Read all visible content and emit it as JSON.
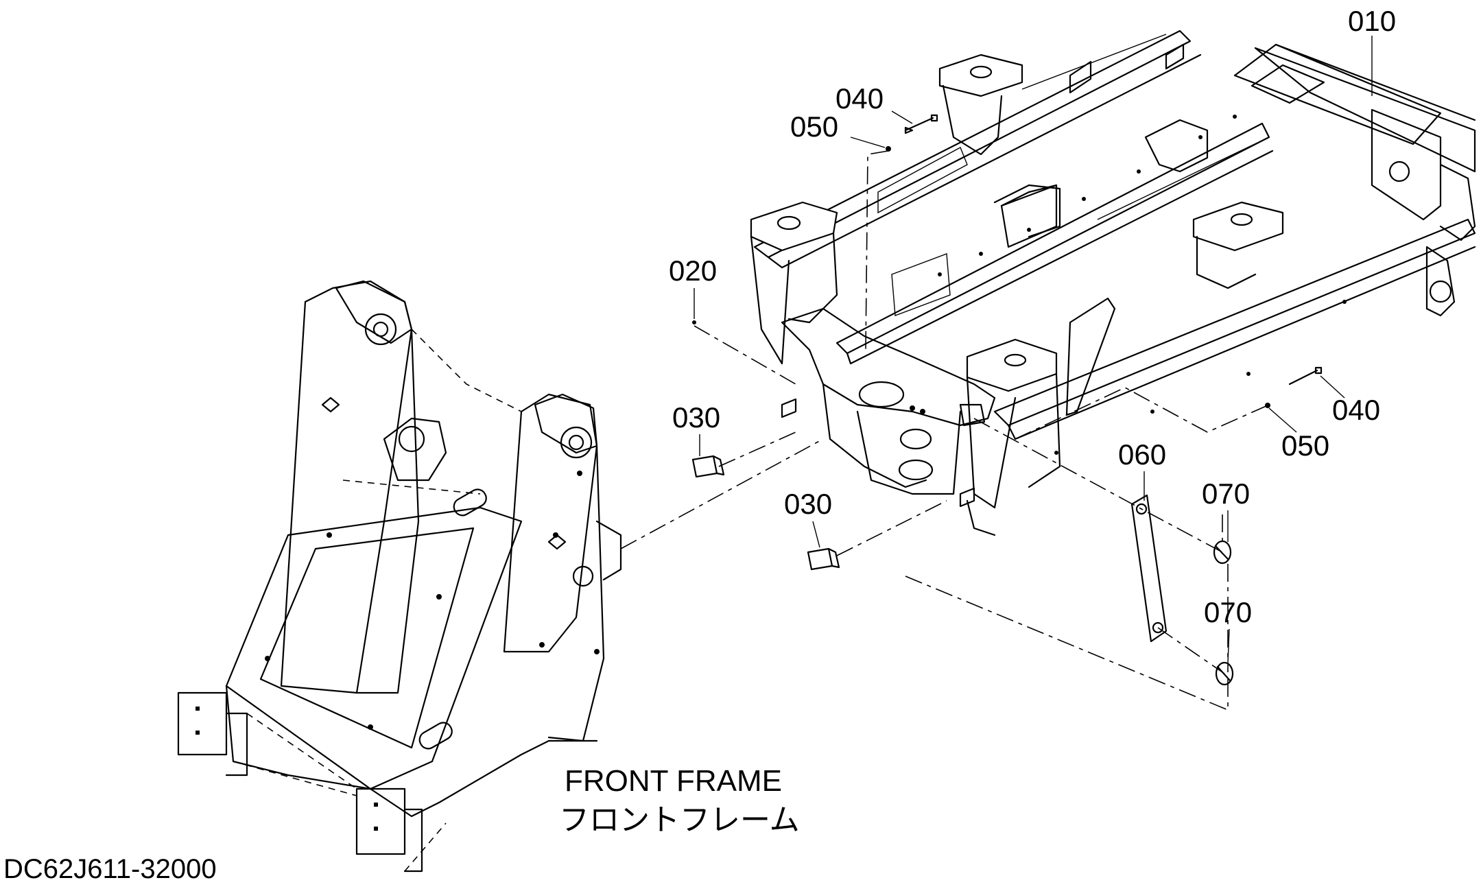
{
  "drawing_number": "DC62J611-32000",
  "caption": {
    "en": "FRONT FRAME",
    "ja": "フロントフレーム"
  },
  "callouts": {
    "c010": "010",
    "c020": "020",
    "c030a": "030",
    "c030b": "030",
    "c040a": "040",
    "c040b": "040",
    "c050a": "050",
    "c050b": "050",
    "c060": "060",
    "c070a": "070",
    "c070b": "070"
  }
}
